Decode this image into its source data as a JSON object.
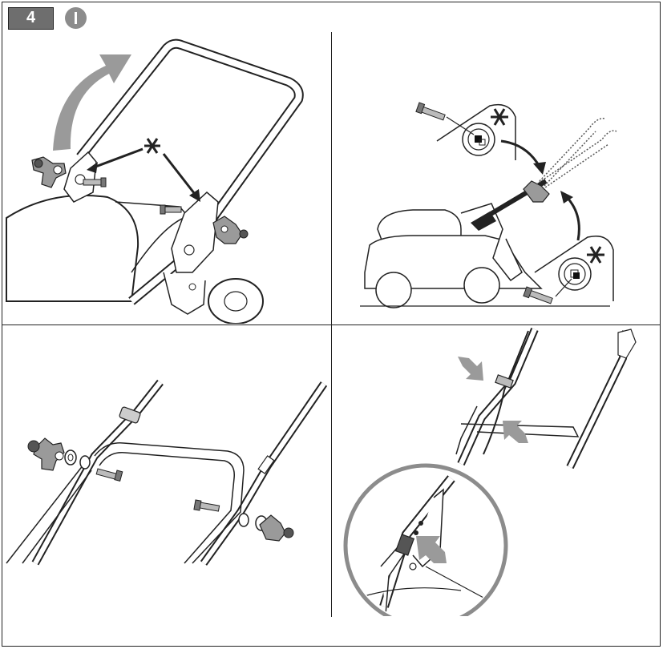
{
  "header": {
    "step_number": "4"
  },
  "panels": [
    {
      "id": "panel-1",
      "marker": "*"
    },
    {
      "id": "panel-2",
      "markers": [
        "*",
        "*"
      ]
    },
    {
      "id": "panel-3"
    },
    {
      "id": "panel-4"
    }
  ],
  "colors": {
    "badge": "#6e6e6e",
    "arrow_gray": "#9a9a9a",
    "line": "#222222",
    "magnifier": "#8c8c8c"
  }
}
